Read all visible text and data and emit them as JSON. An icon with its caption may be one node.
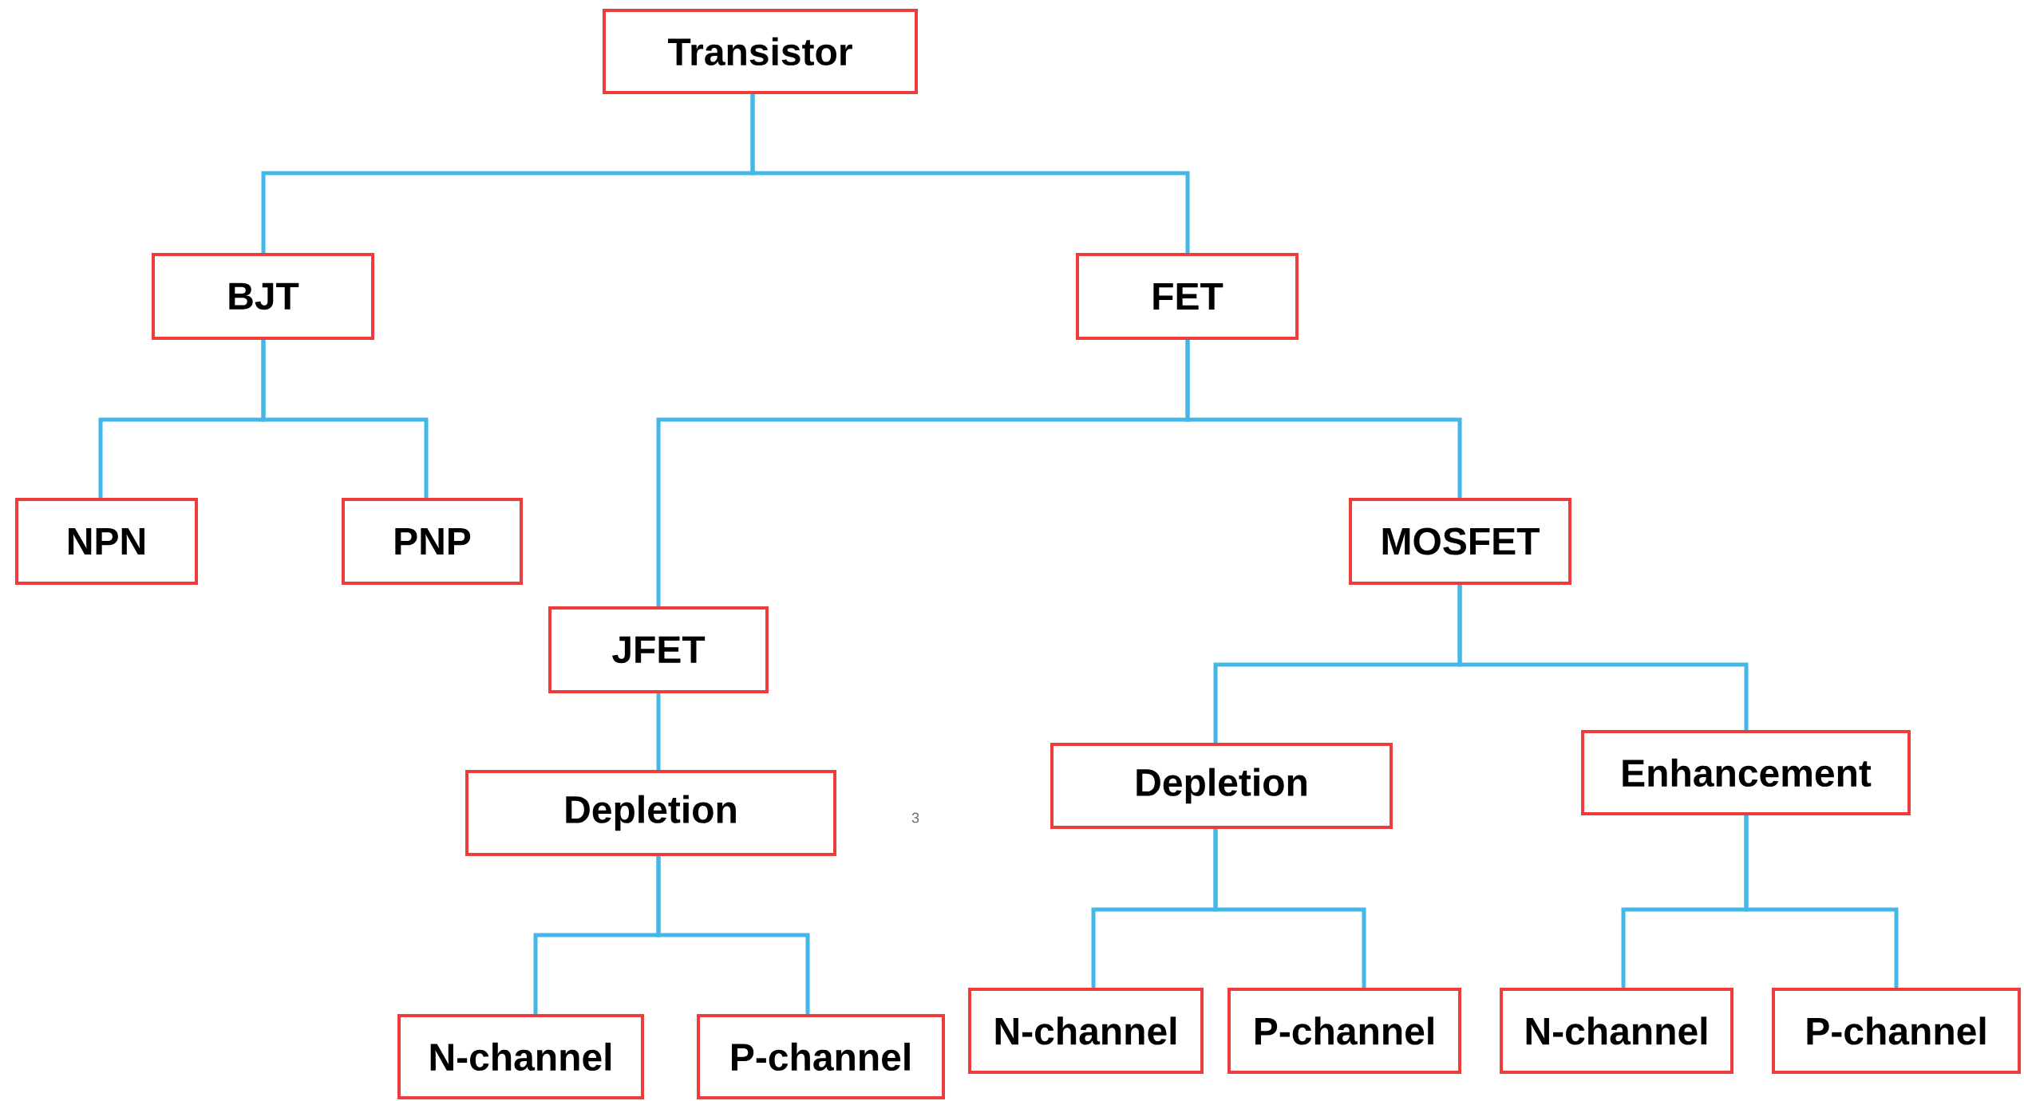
{
  "diagram": {
    "nodes": [
      {
        "text": [
          "Transistor"
        ]
      },
      {
        "text": [
          "BJT"
        ]
      },
      {
        "text": [
          "FET"
        ]
      },
      {
        "text": [
          "NPN"
        ]
      },
      {
        "text": [
          "PNP"
        ]
      },
      {
        "text": [
          "JFET"
        ]
      },
      {
        "text": [
          "MOSFET"
        ]
      },
      {
        "text": [
          "Depletion"
        ]
      },
      {
        "text": [
          "Depletion"
        ]
      },
      {
        "text": [
          "Enhancement"
        ]
      },
      {
        "text": [
          "N-channel"
        ]
      },
      {
        "text": [
          "P-channel"
        ]
      },
      {
        "text": [
          "N-channel"
        ]
      },
      {
        "text": [
          "P-channel"
        ]
      },
      {
        "text": [
          "N-channel"
        ]
      },
      {
        "text": [
          "P-channel"
        ]
      }
    ],
    "edges": [
      {
        "from": 0,
        "to": 1,
        "arrow": "none"
      },
      {
        "from": 0,
        "to": 2,
        "arrow": "none"
      },
      {
        "from": 1,
        "to": 3,
        "arrow": "none"
      },
      {
        "from": 1,
        "to": 4,
        "arrow": "none"
      },
      {
        "from": 2,
        "to": 5,
        "arrow": "none"
      },
      {
        "from": 2,
        "to": 6,
        "arrow": "none"
      },
      {
        "from": 5,
        "to": 7,
        "arrow": "none"
      },
      {
        "from": 6,
        "to": 8,
        "arrow": "none"
      },
      {
        "from": 6,
        "to": 9,
        "arrow": "none"
      },
      {
        "from": 7,
        "to": 10,
        "arrow": "none"
      },
      {
        "from": 7,
        "to": 11,
        "arrow": "none"
      },
      {
        "from": 8,
        "to": 12,
        "arrow": "none"
      },
      {
        "from": 8,
        "to": 13,
        "arrow": "none"
      },
      {
        "from": 9,
        "to": 14,
        "arrow": "none"
      },
      {
        "from": 9,
        "to": 15,
        "arrow": "none"
      }
    ],
    "labels": [
      "3"
    ]
  }
}
